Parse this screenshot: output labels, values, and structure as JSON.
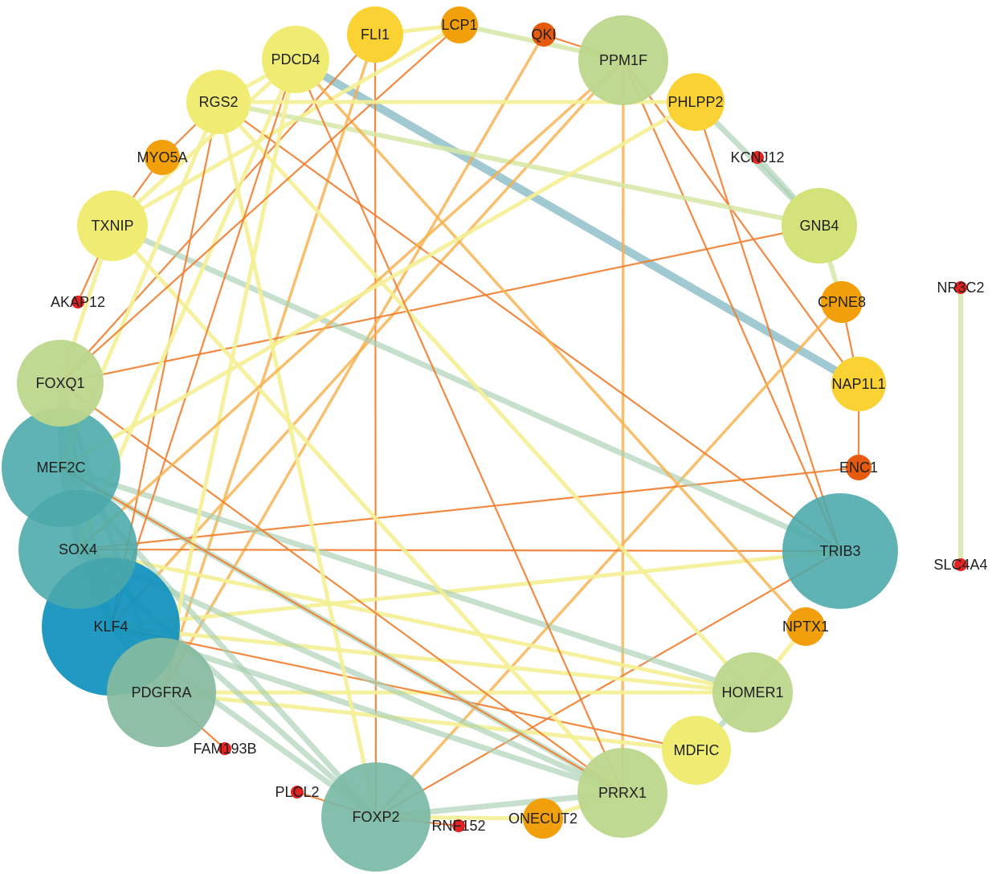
{
  "colors": {
    "red": "#e32222",
    "dark_orange": "#e65a10",
    "orange": "#f29f0c",
    "gold": "#fbd233",
    "yellow": "#f0ec73",
    "yellow_green": "#d4e27a",
    "light_green": "#bcd68c",
    "sage": "#86bba0",
    "sea_green": "#7ab9a5",
    "teal": "#4aa9aa",
    "dark_teal": "#1d9a9f",
    "blue": "#0e90bd",
    "edge_orange": "#ef7d2e",
    "edge_light_orange": "#f6b04a",
    "edge_yellow": "#f4f095",
    "edge_pale_green": "#d6e7a6",
    "edge_sage": "#a8cfb2",
    "edge_steel": "#89bcc5"
  },
  "nodes": [
    {
      "id": "FLI1",
      "label": "FLI1",
      "color": "gold"
    },
    {
      "id": "LCP1",
      "label": "LCP1",
      "color": "orange"
    },
    {
      "id": "QKI",
      "label": "QKI",
      "color": "dark_orange"
    },
    {
      "id": "PPM1F",
      "label": "PPM1F",
      "color": "light_green"
    },
    {
      "id": "PHLPP2",
      "label": "PHLPP2",
      "color": "gold"
    },
    {
      "id": "KCNJ12",
      "label": "KCNJ12",
      "color": "red"
    },
    {
      "id": "GNB4",
      "label": "GNB4",
      "color": "yellow_green"
    },
    {
      "id": "CPNE8",
      "label": "CPNE8",
      "color": "orange"
    },
    {
      "id": "NAP1L1",
      "label": "NAP1L1",
      "color": "gold"
    },
    {
      "id": "ENC1",
      "label": "ENC1",
      "color": "dark_orange"
    },
    {
      "id": "TRIB3",
      "label": "TRIB3",
      "color": "teal"
    },
    {
      "id": "NPTX1",
      "label": "NPTX1",
      "color": "orange"
    },
    {
      "id": "HOMER1",
      "label": "HOMER1",
      "color": "light_green"
    },
    {
      "id": "MDFIC",
      "label": "MDFIC",
      "color": "yellow"
    },
    {
      "id": "PRRX1",
      "label": "PRRX1",
      "color": "light_green"
    },
    {
      "id": "ONECUT2",
      "label": "ONECUT2",
      "color": "orange"
    },
    {
      "id": "RNF152",
      "label": "RNF152",
      "color": "red"
    },
    {
      "id": "FOXP2",
      "label": "FOXP2",
      "color": "sea_green"
    },
    {
      "id": "PLCL2",
      "label": "PLCL2",
      "color": "red"
    },
    {
      "id": "FAM193B",
      "label": "FAM193B",
      "color": "red"
    },
    {
      "id": "PDGFRA",
      "label": "PDGFRA",
      "color": "sage"
    },
    {
      "id": "KLF4",
      "label": "KLF4",
      "color": "blue"
    },
    {
      "id": "SOX4",
      "label": "SOX4",
      "color": "teal"
    },
    {
      "id": "MEF2C",
      "label": "MEF2C",
      "color": "teal"
    },
    {
      "id": "FOXQ1",
      "label": "FOXQ1",
      "color": "light_green"
    },
    {
      "id": "AKAP12",
      "label": "AKAP12",
      "color": "red"
    },
    {
      "id": "TXNIP",
      "label": "TXNIP",
      "color": "yellow"
    },
    {
      "id": "MYO5A",
      "label": "MYO5A",
      "color": "orange"
    },
    {
      "id": "RGS2",
      "label": "RGS2",
      "color": "yellow"
    },
    {
      "id": "PDCD4",
      "label": "PDCD4",
      "color": "yellow"
    },
    {
      "id": "NR3C2",
      "label": "NR3C2",
      "color": "red"
    },
    {
      "id": "SLC4A4",
      "label": "SLC4A4",
      "color": "red"
    }
  ],
  "edges": [
    {
      "source": "PDCD4",
      "target": "NAP1L1",
      "color": "edge_steel"
    },
    {
      "source": "FLI1",
      "target": "FOXP2",
      "color": "edge_orange"
    },
    {
      "source": "FLI1",
      "target": "LCP1",
      "color": "edge_yellow"
    },
    {
      "source": "FLI1",
      "target": "PDGFRA",
      "color": "edge_light_orange"
    },
    {
      "source": "FLI1",
      "target": "FOXQ1",
      "color": "edge_orange"
    },
    {
      "source": "LCP1",
      "target": "PPM1F",
      "color": "edge_pale_green"
    },
    {
      "source": "LCP1",
      "target": "TXNIP",
      "color": "edge_yellow"
    },
    {
      "source": "QKI",
      "target": "PPM1F",
      "color": "edge_orange"
    },
    {
      "source": "QKI",
      "target": "PDGFRA",
      "color": "edge_light_orange"
    },
    {
      "source": "PPM1F",
      "target": "TRIB3",
      "color": "edge_orange"
    },
    {
      "source": "PPM1F",
      "target": "NAP1L1",
      "color": "edge_orange"
    },
    {
      "source": "PPM1F",
      "target": "KLF4",
      "color": "edge_light_orange"
    },
    {
      "source": "PPM1F",
      "target": "PRRX1",
      "color": "edge_light_orange"
    },
    {
      "source": "PHLPP2",
      "target": "GNB4",
      "color": "edge_sage"
    },
    {
      "source": "PHLPP2",
      "target": "TRIB3",
      "color": "edge_orange"
    },
    {
      "source": "KCNJ12",
      "target": "GNB4",
      "color": "edge_sage"
    },
    {
      "source": "GNB4",
      "target": "CPNE8",
      "color": "edge_pale_green"
    },
    {
      "source": "GNB4",
      "target": "RGS2",
      "color": "edge_pale_green"
    },
    {
      "source": "GNB4",
      "target": "FOXQ1",
      "color": "edge_orange"
    },
    {
      "source": "CPNE8",
      "target": "FOXP2",
      "color": "edge_light_orange"
    },
    {
      "source": "CPNE8",
      "target": "NAP1L1",
      "color": "edge_orange"
    },
    {
      "source": "NAP1L1",
      "target": "ENC1",
      "color": "edge_orange"
    },
    {
      "source": "ENC1",
      "target": "SOX4",
      "color": "edge_orange"
    },
    {
      "source": "TRIB3",
      "target": "SOX4",
      "color": "edge_orange"
    },
    {
      "source": "TRIB3",
      "target": "KLF4",
      "color": "edge_yellow"
    },
    {
      "source": "TRIB3",
      "target": "RGS2",
      "color": "edge_orange"
    },
    {
      "source": "TRIB3",
      "target": "FOXP2",
      "color": "edge_orange"
    },
    {
      "source": "TRIB3",
      "target": "TXNIP",
      "color": "edge_sage"
    },
    {
      "source": "NPTX1",
      "target": "HOMER1",
      "color": "edge_yellow"
    },
    {
      "source": "NPTX1",
      "target": "PDCD4",
      "color": "edge_light_orange"
    },
    {
      "source": "HOMER1",
      "target": "SOX4",
      "color": "edge_yellow"
    },
    {
      "source": "HOMER1",
      "target": "KLF4",
      "color": "edge_yellow"
    },
    {
      "source": "HOMER1",
      "target": "PDGFRA",
      "color": "edge_yellow"
    },
    {
      "source": "HOMER1",
      "target": "RGS2",
      "color": "edge_yellow"
    },
    {
      "source": "HOMER1",
      "target": "MEF2C",
      "color": "edge_sage"
    },
    {
      "source": "MDFIC",
      "target": "KLF4",
      "color": "edge_orange"
    },
    {
      "source": "MDFIC",
      "target": "PDGFRA",
      "color": "edge_yellow"
    },
    {
      "source": "MDFIC",
      "target": "HOMER1",
      "color": "edge_sage"
    },
    {
      "source": "PRRX1",
      "target": "MEF2C",
      "color": "edge_sage"
    },
    {
      "source": "PRRX1",
      "target": "SOX4",
      "color": "edge_sage"
    },
    {
      "source": "PRRX1",
      "target": "KLF4",
      "color": "edge_sage"
    },
    {
      "source": "PRRX1",
      "target": "FOXP2",
      "color": "edge_sage"
    },
    {
      "source": "PRRX1",
      "target": "TXNIP",
      "color": "edge_yellow"
    },
    {
      "source": "PRRX1",
      "target": "FOXQ1",
      "color": "edge_orange"
    },
    {
      "source": "PRRX1",
      "target": "PDCD4",
      "color": "edge_orange"
    },
    {
      "source": "ONECUT2",
      "target": "FOXP2",
      "color": "edge_yellow"
    },
    {
      "source": "ONECUT2",
      "target": "PRRX1",
      "color": "edge_yellow"
    },
    {
      "source": "RNF152",
      "target": "FOXP2",
      "color": "edge_orange"
    },
    {
      "source": "FOXP2",
      "target": "SOX4",
      "color": "edge_sage"
    },
    {
      "source": "FOXP2",
      "target": "MEF2C",
      "color": "edge_sage"
    },
    {
      "source": "FOXP2",
      "target": "KLF4",
      "color": "edge_sage"
    },
    {
      "source": "FOXP2",
      "target": "RGS2",
      "color": "edge_yellow"
    },
    {
      "source": "PLCL2",
      "target": "FOXP2",
      "color": "edge_orange"
    },
    {
      "source": "FAM193B",
      "target": "PDGFRA",
      "color": "edge_orange"
    },
    {
      "source": "PDGFRA",
      "target": "KLF4",
      "color": "edge_sage"
    },
    {
      "source": "PDGFRA",
      "target": "PDCD4",
      "color": "edge_yellow"
    },
    {
      "source": "PDGFRA",
      "target": "FOXQ1",
      "color": "edge_sage"
    },
    {
      "source": "KLF4",
      "target": "SOX4",
      "color": "edge_sage"
    },
    {
      "source": "KLF4",
      "target": "MEF2C",
      "color": "edge_sage"
    },
    {
      "source": "KLF4",
      "target": "FOXQ1",
      "color": "edge_sage"
    },
    {
      "source": "KLF4",
      "target": "RGS2",
      "color": "edge_orange"
    },
    {
      "source": "KLF4",
      "target": "PDCD4",
      "color": "edge_orange"
    },
    {
      "source": "SOX4",
      "target": "MEF2C",
      "color": "edge_sage"
    },
    {
      "source": "SOX4",
      "target": "FOXQ1",
      "color": "edge_sage"
    },
    {
      "source": "SOX4",
      "target": "PDCD4",
      "color": "edge_yellow"
    },
    {
      "source": "SOX4",
      "target": "PPM1F",
      "color": "edge_light_orange"
    },
    {
      "source": "MEF2C",
      "target": "FOXQ1",
      "color": "edge_sage"
    },
    {
      "source": "MEF2C",
      "target": "RGS2",
      "color": "edge_yellow"
    },
    {
      "source": "MEF2C",
      "target": "PHLPP2",
      "color": "edge_yellow"
    },
    {
      "source": "MEF2C",
      "target": "PRRX1",
      "color": "edge_orange"
    },
    {
      "source": "FOXQ1",
      "target": "TXNIP",
      "color": "edge_yellow"
    },
    {
      "source": "FOXQ1",
      "target": "LCP1",
      "color": "edge_orange"
    },
    {
      "source": "AKAP12",
      "target": "TXNIP",
      "color": "edge_orange"
    },
    {
      "source": "TXNIP",
      "target": "MYO5A",
      "color": "edge_orange"
    },
    {
      "source": "TXNIP",
      "target": "PDCD4",
      "color": "edge_yellow"
    },
    {
      "source": "MYO5A",
      "target": "RGS2",
      "color": "edge_orange"
    },
    {
      "source": "RGS2",
      "target": "PDCD4",
      "color": "edge_yellow"
    },
    {
      "source": "RGS2",
      "target": "PHLPP2",
      "color": "edge_yellow"
    },
    {
      "source": "NR3C2",
      "target": "SLC4A4",
      "color": "edge_pale_green"
    }
  ]
}
